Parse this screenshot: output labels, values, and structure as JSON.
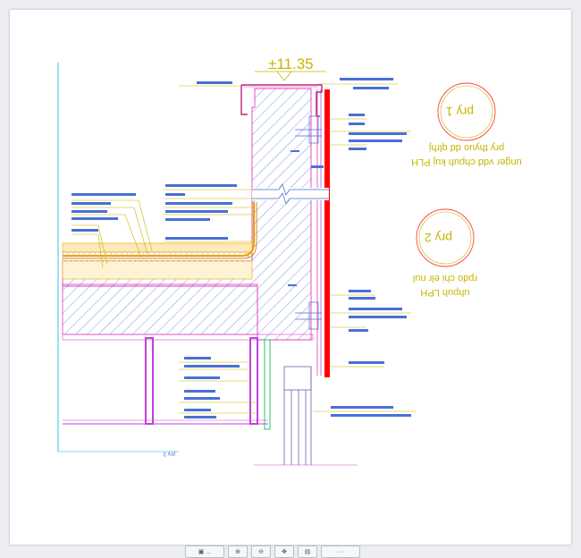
{
  "drawing": {
    "elevation_label": "±11.35",
    "detail_1": {
      "text": "pry 1"
    },
    "detail_2": {
      "text": "pry 2"
    },
    "note_1": {
      "line1": "pry thyuo dd qlrhj",
      "line2": "unger vdd chpuh kuj PLH"
    },
    "note_2": {
      "line1": "rpdo chi elr nul",
      "line2": "uhpuh LPH"
    },
    "view_label": "pry 3",
    "colors": {
      "wall_red": "#ff0000",
      "pink_outline": "#e040c0",
      "purple_frame": "#c040e0",
      "leader_yellow": "#c8b400",
      "hatch_blue": "#4a6fd8",
      "insulation_orange": "#f4a000",
      "cyan_axis": "#00b8e8"
    }
  },
  "toolbar": {
    "items": [
      {
        "name": "layers-button",
        "label": "▣ ..."
      },
      {
        "name": "zoom-in-button",
        "label": "⊕"
      },
      {
        "name": "zoom-out-button",
        "label": "⊖"
      },
      {
        "name": "pan-button",
        "label": "✥"
      },
      {
        "name": "print-button",
        "label": "▤"
      },
      {
        "name": "reset-button",
        "label": "···"
      }
    ]
  }
}
